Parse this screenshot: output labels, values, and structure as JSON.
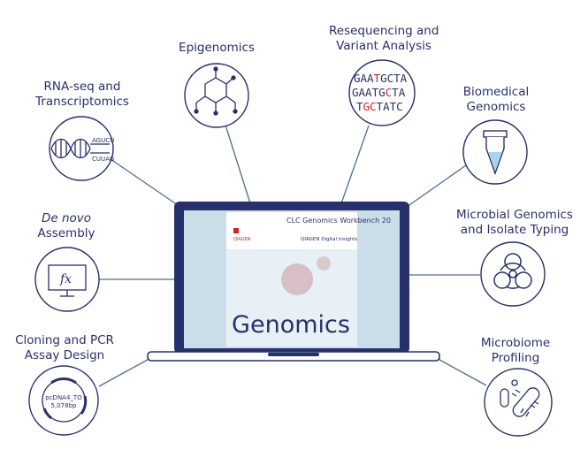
{
  "colors": {
    "navy": "#27306a",
    "line": "#4f6c93",
    "accent_red": "#d2232a",
    "screen_bg": "#cbdde9"
  },
  "topics": [
    {
      "id": "epigenomics",
      "lines": [
        "Epigenomics"
      ],
      "icon": "hexagon-molecule-icon"
    },
    {
      "id": "resequencing",
      "lines": [
        "Resequencing and",
        "Variant Analysis"
      ],
      "icon": "dna-sequence-icon"
    },
    {
      "id": "rna-seq",
      "lines": [
        "RNA-seq and",
        "Transcriptomics"
      ],
      "icon": "double-helix-icon"
    },
    {
      "id": "biomedical",
      "lines": [
        "Biomedical",
        "Genomics"
      ],
      "icon": "test-tube-icon"
    },
    {
      "id": "de-novo",
      "lines": [
        "De novo",
        "Assembly"
      ],
      "icon": "monitor-function-icon"
    },
    {
      "id": "microbial",
      "lines": [
        "Microbial Genomics",
        "and Isolate Typing"
      ],
      "icon": "biohazard-icon"
    },
    {
      "id": "cloning",
      "lines": [
        "Cloning and PCR",
        "Assay Design"
      ],
      "icon": "plasmid-icon"
    },
    {
      "id": "microbiome",
      "lines": [
        "Microbiome",
        "Profiling"
      ],
      "icon": "bacteria-icon"
    }
  ],
  "sequence_rows": [
    "GAATGCTA",
    "GAATGCTA",
    "TGCTATC"
  ],
  "rna_text": [
    "AGUCU",
    "CUUAG"
  ],
  "plasmid": {
    "name": "pcDNA4_TO",
    "size": "5,078bp"
  },
  "fx_text": "fx",
  "screen": {
    "product": "CLC Genomics Workbench 20",
    "brand": "QIAGEN",
    "tagline": "QIAGEN Digital Insights",
    "headline": "Genomics"
  }
}
